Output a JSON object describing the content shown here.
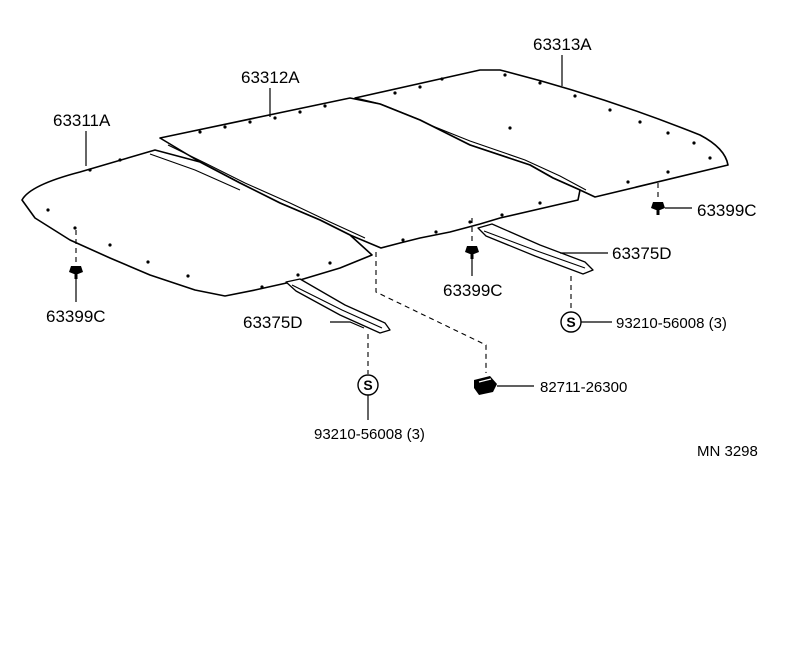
{
  "labels": {
    "panel_front": "63311A",
    "panel_center": "63312A",
    "panel_rear": "63313A",
    "clip_left": "63399C",
    "clip_center": "63399C",
    "clip_right": "63399C",
    "rail_left": "63375D",
    "rail_right": "63375D",
    "screw_left": "93210-56008 (3)",
    "screw_right": "93210-56008 (3)",
    "retainer": "82711-26300",
    "screw_symbol": "S",
    "diagram_code": "MN 3298"
  }
}
